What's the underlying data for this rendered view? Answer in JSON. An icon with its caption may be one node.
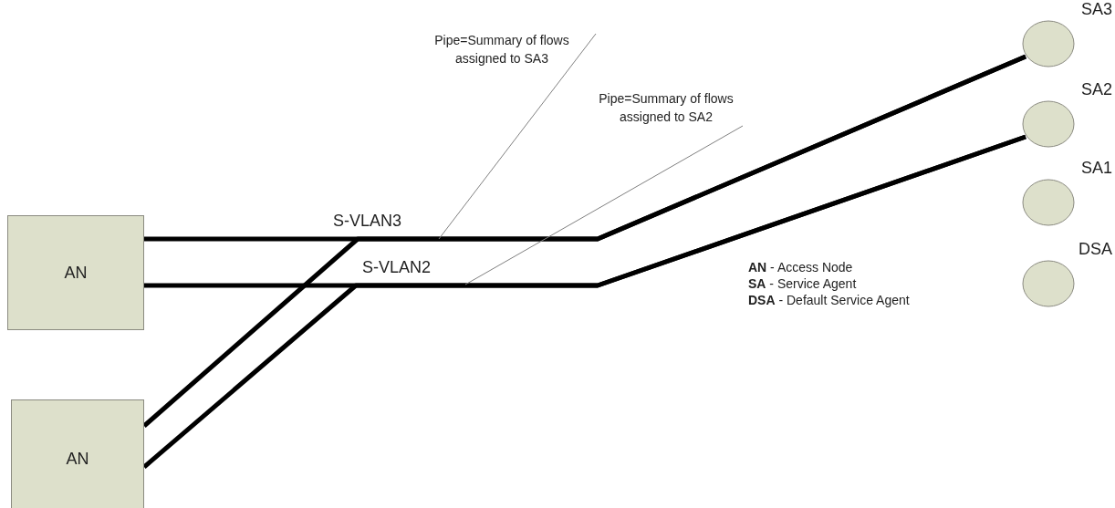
{
  "diagram": {
    "nodes": [
      {
        "text": [
          "AN"
        ]
      },
      {
        "text": [
          "AN"
        ]
      },
      {
        "text": [
          "SA3"
        ]
      },
      {
        "text": [
          "SA2"
        ]
      },
      {
        "text": [
          "SA1"
        ]
      },
      {
        "text": [
          "DSA"
        ]
      },
      {
        "text": [
          "Pipe=Summary of flows assigned to SA3"
        ]
      },
      {
        "text": [
          "Pipe=Summary of flows assigned to SA2"
        ]
      }
    ],
    "edges": [
      {
        "from": 0,
        "to": 2,
        "arrow": "none",
        "label": "S-VLAN3"
      },
      {
        "from": 0,
        "to": 3,
        "arrow": "none",
        "label": "S-VLAN2"
      },
      {
        "from": 1,
        "to": 2,
        "arrow": "none"
      },
      {
        "from": 1,
        "to": 3,
        "arrow": "none"
      },
      {
        "from": 6,
        "to": null,
        "arrow": "none",
        "color": "#808080"
      },
      {
        "from": 7,
        "to": null,
        "arrow": "none",
        "color": "#808080"
      }
    ],
    "labels": [
      "**AN** - Access Node",
      "**SA** - Service Agent",
      "**DSA** - Default Service Agent"
    ]
  }
}
